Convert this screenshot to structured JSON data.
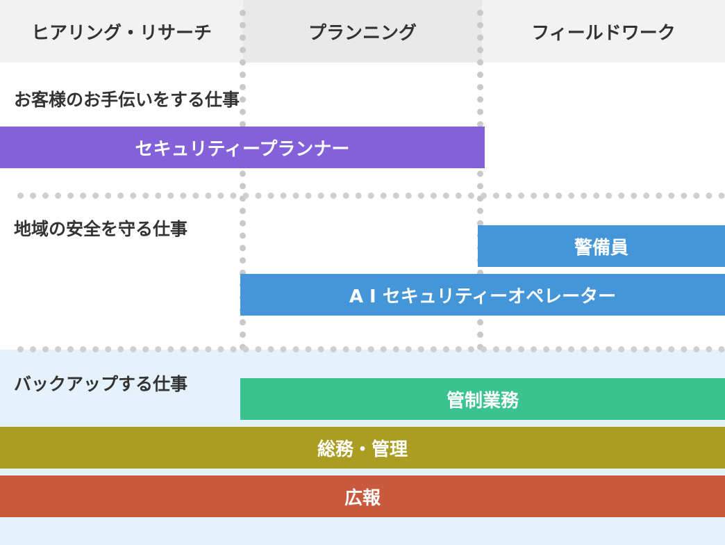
{
  "columns": [
    "ヒアリング・リサーチ",
    "プランニング",
    "フィールドワーク"
  ],
  "rows": [
    "お客様のお手伝いをする仕事",
    "地域の安全を守る仕事",
    "バックアップする仕事"
  ],
  "bars": {
    "security_planner": "セキュリティープランナー",
    "guard": "警備員",
    "ai_operator": "A I セキュリティーオペレーター",
    "control": "管制業務",
    "general_affairs": "総務・管理",
    "pr": "広報"
  },
  "colors": {
    "purple": "#8361d8",
    "blue": "#4596d8",
    "green": "#3ac38e",
    "olive": "#ab9c23",
    "red": "#c95a3e",
    "header_bg": "#f2f2f2",
    "header_mid_bg": "#e9e9e9",
    "backup_bg": "#e5f2fb",
    "dots": "#cccccc"
  }
}
